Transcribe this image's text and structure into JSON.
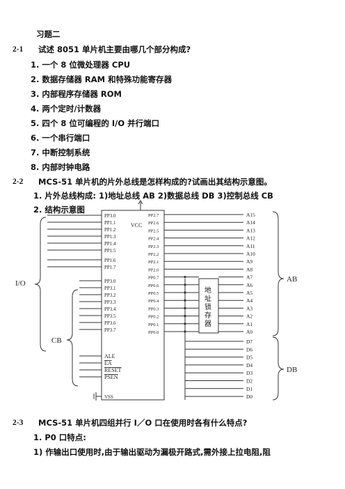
{
  "title": "习题二",
  "q1": {
    "num": "2-1",
    "text": "试述 8051 单片机主要由哪几个部分构成?",
    "items": [
      "1. 一个 8 位微处理器 CPU",
      "2. 数据存储器 RAM 和特殊功能寄存器",
      "3. 内部程序存储器 ROM",
      "4. 两个定时/计数器",
      "5. 四个 8 位可编程的 I/O 并行端口",
      "6. 一个串行端口",
      "7. 中断控制系统",
      "8. 内部时钟电路"
    ]
  },
  "q2": {
    "num": "2-2",
    "text": "MCS-51 单片机的片外总线是怎样构成的?试画出其结构示意图。",
    "items": [
      "1. 片外总线构成: 1)地址总线 AB 2)数据总线 DB 3)控制总线 CB",
      "2. 结构示意图"
    ]
  },
  "diagram": {
    "left_pins": [
      "P3.0",
      "P1.1",
      "P1.2",
      "P1.3",
      "P1.4",
      "P1.5",
      "P1.6",
      "P1.7",
      "P3.0",
      "P3.1",
      "P3.2",
      "P3.3",
      "P3.4",
      "P3.5",
      "P3.6",
      "P3.7"
    ],
    "vcc": "VCC",
    "vss": "VSS",
    "control": [
      "ALE",
      "EA",
      "RESET",
      "PSEN"
    ],
    "right_pins": [
      "P2.7",
      "P2.6",
      "P2.5",
      "P2.4",
      "P2.3",
      "P2.2",
      "P2.1",
      "P2.0",
      "P0.7",
      "P0.6",
      "P0.5",
      "P0.4",
      "P0.3",
      "P0.2",
      "P0.1",
      "P0.0"
    ],
    "latch": [
      "地",
      "址",
      "锁",
      "存",
      "器"
    ],
    "addr": [
      "A15",
      "A14",
      "A13",
      "A12",
      "A11",
      "A10",
      "A9",
      "A8",
      "A7",
      "A6",
      "A5",
      "A4",
      "A3",
      "A2",
      "A1",
      "A0"
    ],
    "data": [
      "D7",
      "D6",
      "D5",
      "D4",
      "D3",
      "D2",
      "D1",
      "D0"
    ],
    "io_label": "I/O",
    "cb_label": "CB",
    "ab_label": "AB",
    "db_label": "DB"
  },
  "q3": {
    "num": "2-3",
    "text": "MCS-51 单片机四组并行 I／O 口在使用时各有什么特点?",
    "items": [
      "1. P0 口特点:",
      "1)  作输出口使用时,由于输出驱动为漏极开路式,需外接上拉电阻,阻"
    ]
  }
}
